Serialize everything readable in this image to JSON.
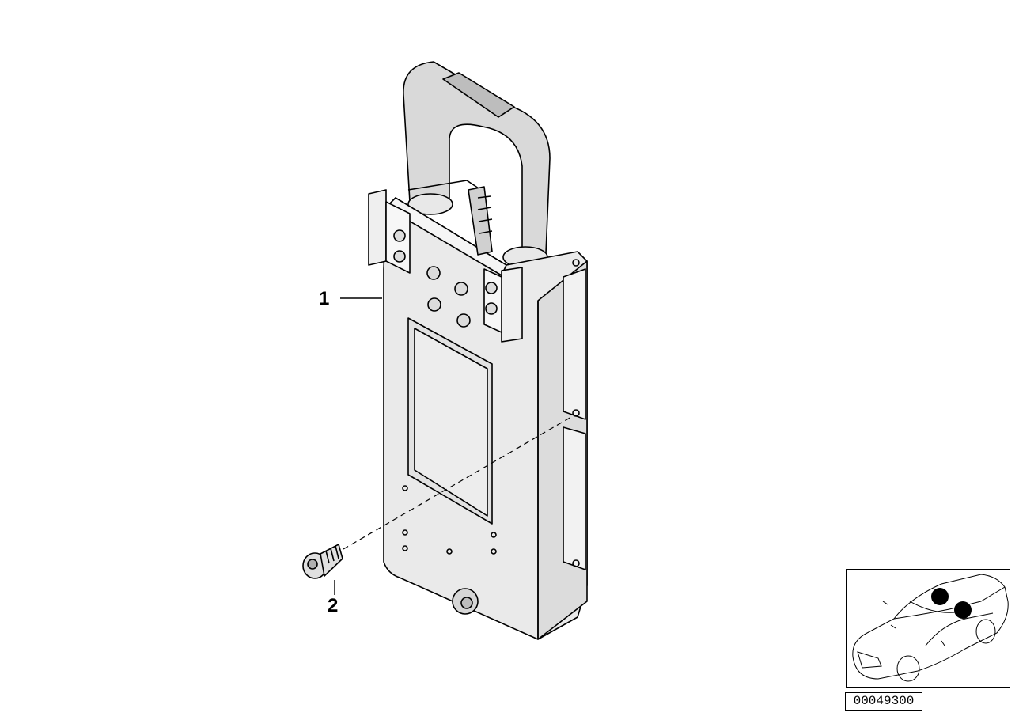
{
  "diagram": {
    "callouts": [
      {
        "label": "1"
      },
      {
        "label": "2"
      }
    ],
    "reference_number": "00049300",
    "locator_markers": 2
  },
  "colors": {
    "line": "#000000",
    "housing_fill": "#eaeaea",
    "handle_fill": "#d9d9d9",
    "marker_fill": "#000000"
  }
}
